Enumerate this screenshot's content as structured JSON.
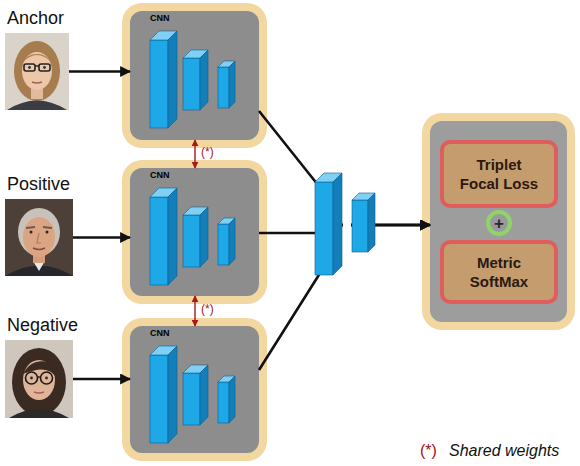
{
  "diagram": {
    "nodes": [
      {
        "text": [
          "Anchor"
        ]
      },
      {
        "text": [
          "CNN"
        ]
      },
      {
        "text": [
          "Positive"
        ]
      },
      {
        "text": [
          "CNN"
        ]
      },
      {
        "text": [
          "Negative"
        ]
      },
      {
        "text": [
          "CNN"
        ]
      },
      {},
      {
        "text": [
          "Triplet Focal Loss"
        ],
        "in": 6
      },
      {
        "text": [
          "+"
        ],
        "in": 6
      },
      {
        "text": [
          "Metric SoftMax"
        ],
        "in": 6
      }
    ],
    "edges": [
      {
        "from": 0,
        "to": 1,
        "arrow": "to"
      },
      {
        "from": 2,
        "to": 3,
        "arrow": "to"
      },
      {
        "from": 4,
        "to": 5,
        "arrow": "to"
      },
      {
        "from": 1,
        "to": 3,
        "label": "(*)",
        "arrow": "both"
      },
      {
        "from": 3,
        "to": 5,
        "label": "(*)",
        "arrow": "both"
      },
      {
        "from": 1,
        "to": 6,
        "arrow": "to"
      },
      {
        "from": 3,
        "to": 6,
        "arrow": "to"
      },
      {
        "from": 5,
        "to": 6,
        "arrow": "to"
      }
    ],
    "labels": [
      "(*)",
      "Shared weights"
    ]
  }
}
